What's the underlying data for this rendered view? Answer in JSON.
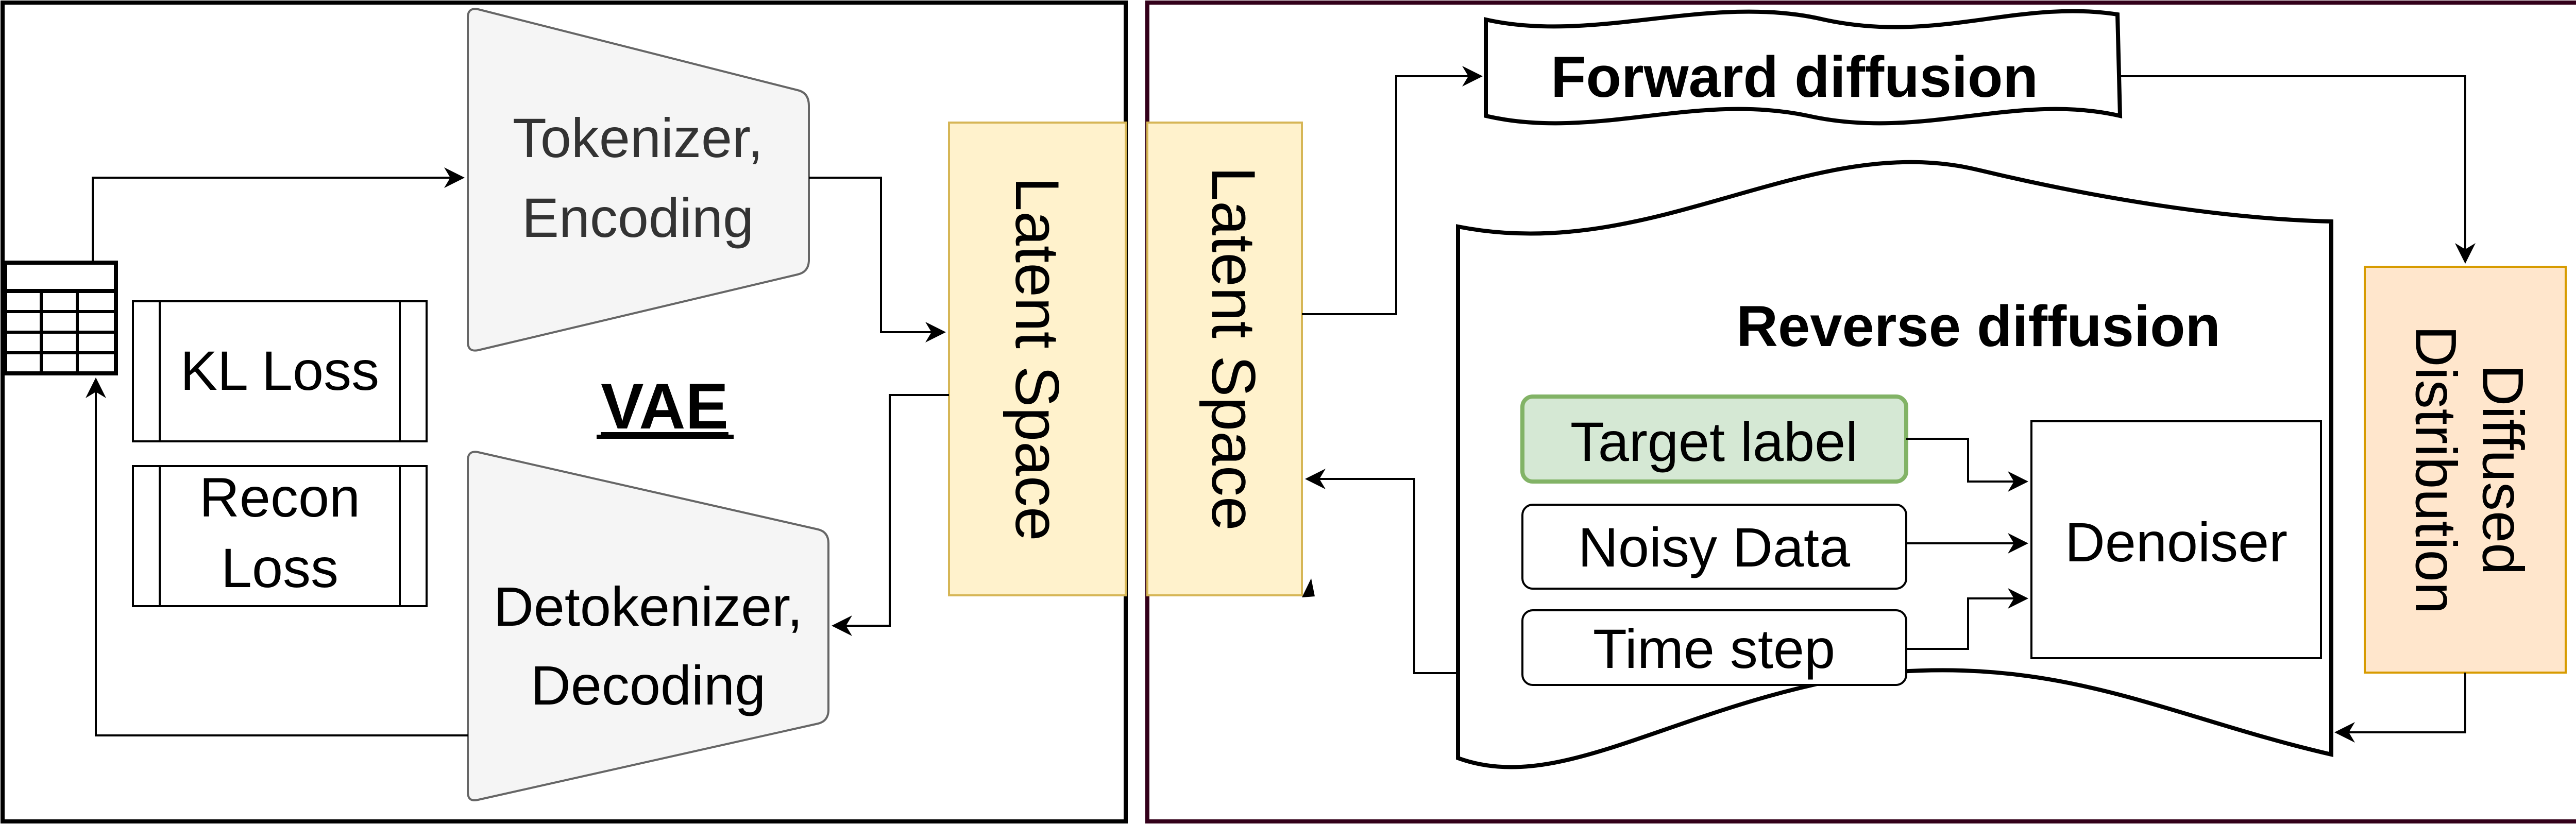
{
  "vae_panel": {
    "title": "VAE",
    "encoder_lines": [
      "Tokenizer,",
      "Encoding"
    ],
    "decoder_lines": [
      "Detokenizer,",
      "Decoding"
    ],
    "kl_loss_label": "KL Loss",
    "recon_loss_lines": [
      "Recon",
      "Loss"
    ],
    "latent_label": "Latent Space"
  },
  "diffusion_panel": {
    "latent_label": "Latent Space",
    "forward_label": "Forward diffusion",
    "reverse_label": "Reverse diffusion",
    "inputs": {
      "target_label": "Target label",
      "noisy_data": "Noisy Data",
      "time_step": "Time step"
    },
    "denoiser_label": "Denoiser",
    "diffused_lines": [
      "Diffused",
      "Distribution"
    ]
  },
  "colors": {
    "latent_fill": "#fff2cc",
    "latent_stroke": "#d6b656",
    "diffused_fill": "#ffe6cc",
    "diffused_stroke": "#d79b00",
    "target_fill": "#d5e8d4",
    "target_stroke": "#82b366",
    "trapezoid_fill": "#f5f5f5",
    "trapezoid_stroke": "#666666",
    "right_panel_border": "#33001a"
  }
}
